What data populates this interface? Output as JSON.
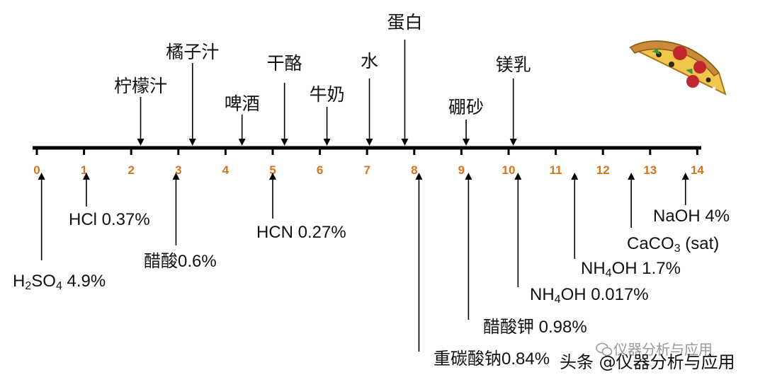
{
  "scale": {
    "ticks": [
      "0",
      "1",
      "2",
      "3",
      "4",
      "5",
      "6",
      "7",
      "8",
      "9",
      "10",
      "11",
      "12",
      "13",
      "14"
    ]
  },
  "above_labels": [
    {
      "id": "lemon",
      "text": "柠檬汁",
      "ph": 2.2
    },
    {
      "id": "orange",
      "text": "橘子汁",
      "ph": 3.3
    },
    {
      "id": "beer",
      "text": "啤酒",
      "ph": 4.35
    },
    {
      "id": "cheese",
      "text": "干酪",
      "ph": 5.25
    },
    {
      "id": "milk",
      "text": "牛奶",
      "ph": 6.15
    },
    {
      "id": "water",
      "text": "水",
      "ph": 7.05
    },
    {
      "id": "egg-white",
      "text": "蛋白",
      "ph": 7.8
    },
    {
      "id": "borax",
      "text": "硼砂",
      "ph": 9.1
    },
    {
      "id": "milk-of-magnesia",
      "text": "镁乳",
      "ph": 10.1
    }
  ],
  "below_labels": [
    {
      "id": "h2so4",
      "parts": [
        {
          "t": "H"
        },
        {
          "t": "2",
          "sub": true
        },
        {
          "t": "SO"
        },
        {
          "t": "4",
          "sub": true
        },
        {
          "t": " 4.9%"
        }
      ],
      "ph": 0.1
    },
    {
      "id": "hcl",
      "parts": [
        {
          "t": "HCl 0.37%"
        }
      ],
      "ph": 1.05
    },
    {
      "id": "acetic",
      "parts": [
        {
          "t": "醋酸0.6%"
        }
      ],
      "ph": 2.95
    },
    {
      "id": "hcn",
      "parts": [
        {
          "t": "HCN 0.27%"
        }
      ],
      "ph": 5.0
    },
    {
      "id": "nahco3",
      "parts": [
        {
          "t": "重碳酸钠0.84%"
        }
      ],
      "ph": 8.1
    },
    {
      "id": "kac",
      "parts": [
        {
          "t": "醋酸钾 0.98%"
        }
      ],
      "ph": 9.15
    },
    {
      "id": "nh4oh-low",
      "parts": [
        {
          "t": "NH"
        },
        {
          "t": "4",
          "sub": true
        },
        {
          "t": "OH 0.017%"
        }
      ],
      "ph": 10.2
    },
    {
      "id": "nh4oh-high",
      "parts": [
        {
          "t": "NH"
        },
        {
          "t": "4",
          "sub": true
        },
        {
          "t": "OH 1.7%"
        }
      ],
      "ph": 11.4
    },
    {
      "id": "caco3",
      "parts": [
        {
          "t": "CaCO"
        },
        {
          "t": "3",
          "sub": true
        },
        {
          "t": " (sat)"
        }
      ],
      "ph": 12.6
    },
    {
      "id": "naoh",
      "parts": [
        {
          "t": "NaOH 4%"
        }
      ],
      "ph": 13.75
    }
  ],
  "watermark": {
    "faint": "仪器分析与应用",
    "main": "头条 @仪器分析与应用"
  },
  "colors": {
    "axis": "#000000",
    "tick_label": "#d9731a",
    "text": "#111111"
  },
  "icons": {
    "decoration": "pizza-slice-icon",
    "watermark": "wechat-icon"
  }
}
